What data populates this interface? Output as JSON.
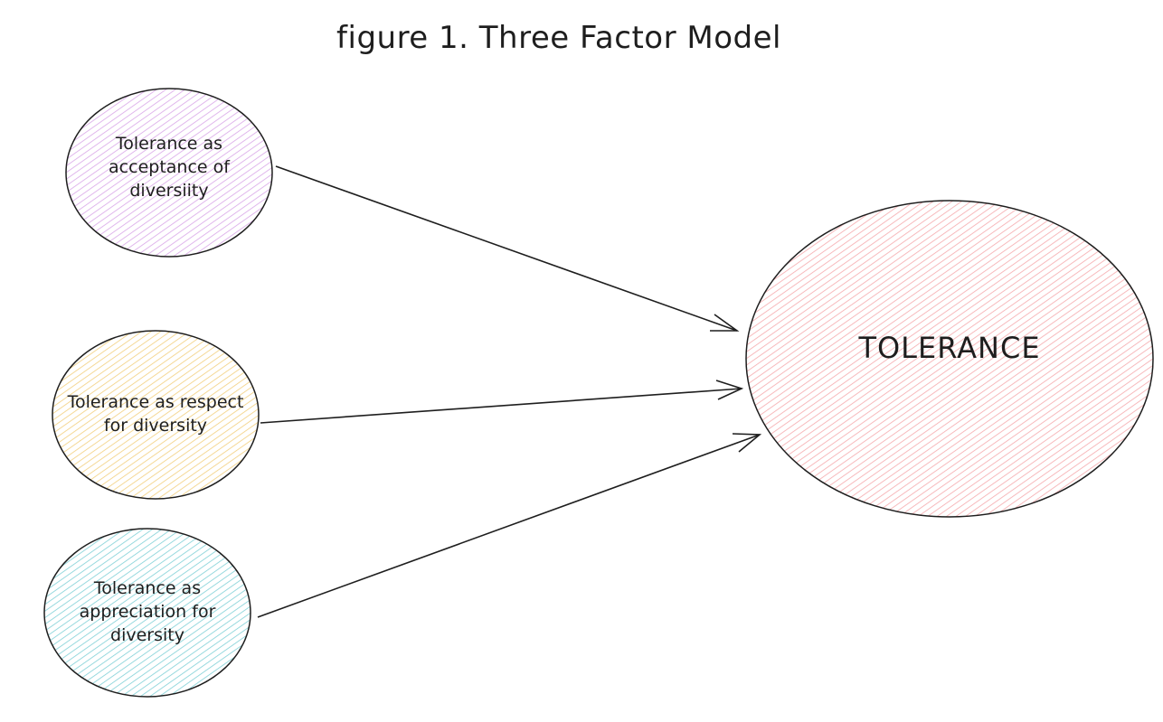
{
  "title": "figure 1. Three Factor Model",
  "nodes": {
    "acceptance": {
      "label": "Tolerance as\nacceptance of\ndiversiity",
      "fill": "#d9a6e8"
    },
    "respect": {
      "label": "Tolerance as respect\nfor diversity",
      "fill": "#f2cf7d"
    },
    "appreciation": {
      "label": "Tolerance as\nappreciation for\ndiversity",
      "fill": "#7fd0d6"
    },
    "tolerance": {
      "label": "TOLERANCE",
      "fill": "#f5a9ac"
    }
  },
  "edges": [
    {
      "from": "acceptance",
      "to": "tolerance"
    },
    {
      "from": "respect",
      "to": "tolerance"
    },
    {
      "from": "appreciation",
      "to": "tolerance"
    }
  ]
}
